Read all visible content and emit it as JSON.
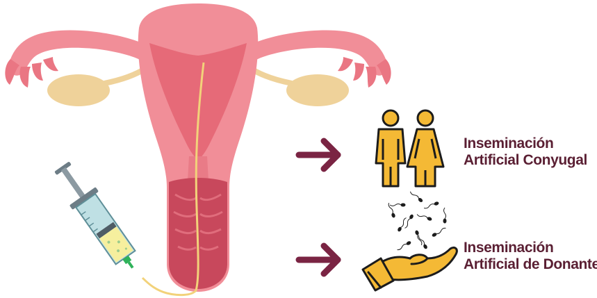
{
  "labels": {
    "conyugal": {
      "line1": "Inseminación",
      "line2": "Artificial Conyugal"
    },
    "donante": {
      "line1": "Inseminación",
      "line2": "Artificial de Donante"
    }
  },
  "colors": {
    "uterus_outer": "#f18e98",
    "uterus_inner": "#e66a78",
    "cervix": "#c8485c",
    "ovary": "#efd29a",
    "catheter": "#f2d27a",
    "arrow": "#7a2443",
    "figure_fill": "#f4b935",
    "figure_stroke": "#1c1c1c",
    "syringe_barrel": "#bfe0e4",
    "syringe_plunger": "#6d7d86",
    "syringe_liquid": "#f6ef9e",
    "syringe_needle": "#2fb25a",
    "text": "#5a1f33"
  },
  "icons": [
    "uterus-illustration",
    "syringe-icon",
    "arrow-right-icon",
    "couple-icon",
    "sperm-icon",
    "hand-icon"
  ]
}
